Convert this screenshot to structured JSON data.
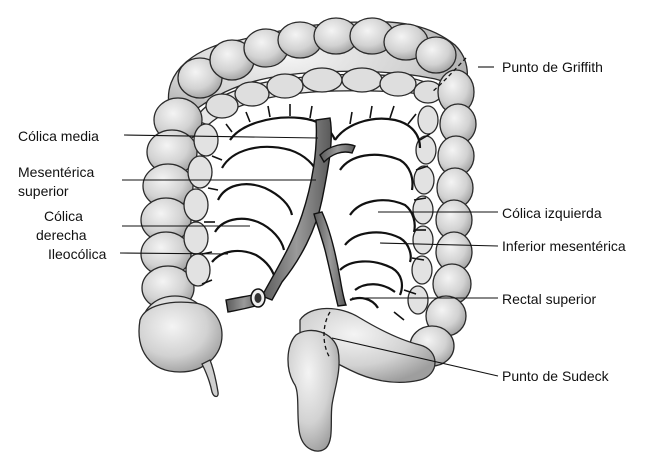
{
  "labels": {
    "colica_media": "Cólica media",
    "mesenterica_superior_1": "Mesentérica",
    "mesenterica_superior_2": "superior",
    "colica_derecha_1": "Cólica",
    "colica_derecha_2": "derecha",
    "ileocolica": "Ileocólica",
    "punto_griffith": "Punto de Griffith",
    "colica_izquierda": "Cólica izquierda",
    "inferior_mesenterica": "Inferior mesentérica",
    "rectal_superior": "Rectal superior",
    "punto_sudeck": "Punto de Sudeck"
  },
  "colors": {
    "background": "#ffffff",
    "colon_fill": "#d9d9d9",
    "colon_outline": "#2a2a2a",
    "vessel_fill": "#7a7a7a",
    "vessel_outline": "#111111",
    "leader_line": "#111111"
  }
}
